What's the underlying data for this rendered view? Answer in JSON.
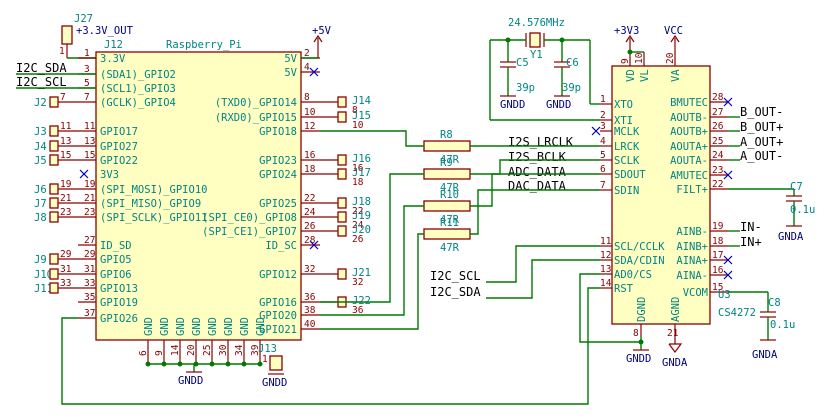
{
  "j27": {
    "ref": "J27",
    "net": "+3.3V_OUT",
    "pin": "1"
  },
  "j12": {
    "ref": "J12",
    "value": "Raspberry_Pi",
    "left_pins": [
      {
        "num": "1",
        "label": "3.3V"
      },
      {
        "num": "3",
        "label": "(SDA1)_GPIO2"
      },
      {
        "num": "5",
        "label": "(SCL1)_GPIO3"
      },
      {
        "num": "7",
        "label": "(GCLK)_GPIO4"
      },
      {
        "num": "11",
        "label": "GPIO17"
      },
      {
        "num": "13",
        "label": "GPIO27"
      },
      {
        "num": "15",
        "label": "GPIO22"
      },
      {
        "num": "",
        "label": "3V3"
      },
      {
        "num": "19",
        "label": "(SPI_MOSI)_GPIO10"
      },
      {
        "num": "21",
        "label": "(SPI_MISO)_GPIO9"
      },
      {
        "num": "23",
        "label": "(SPI_SCLK)_GPIO11"
      },
      {
        "num": "27",
        "label": "ID_SD"
      },
      {
        "num": "29",
        "label": "GPIO5"
      },
      {
        "num": "31",
        "label": "GPIO6"
      },
      {
        "num": "33",
        "label": "GPIO13"
      },
      {
        "num": "35",
        "label": "GPIO19"
      },
      {
        "num": "37",
        "label": "GPIO26"
      }
    ],
    "right_pins": [
      {
        "num": "2",
        "label": "5V"
      },
      {
        "num": "4",
        "label": "5V"
      },
      {
        "num": "8",
        "label": "(TXD0)_GPIO14"
      },
      {
        "num": "10",
        "label": "(RXD0)_GPIO15"
      },
      {
        "num": "12",
        "label": "GPIO18"
      },
      {
        "num": "16",
        "label": "GPIO23"
      },
      {
        "num": "18",
        "label": "GPIO24"
      },
      {
        "num": "22",
        "label": "GPIO25"
      },
      {
        "num": "24",
        "label": "(SPI_CE0)_GPIO8"
      },
      {
        "num": "26",
        "label": "(SPI_CE1)_GPIO7"
      },
      {
        "num": "28",
        "label": "ID_SC"
      },
      {
        "num": "32",
        "label": "GPIO12"
      },
      {
        "num": "36",
        "label": "GPIO16"
      },
      {
        "num": "38",
        "label": "GPIO20"
      },
      {
        "num": "40",
        "label": "GPIO21"
      }
    ],
    "gnd_pins": [
      "6",
      "9",
      "14",
      "20",
      "25",
      "30",
      "34",
      "39"
    ],
    "gnd_label": "GND"
  },
  "left_nets": [
    "I2C_SDA",
    "I2C_SCL"
  ],
  "left_connectors": [
    {
      "ref": "J2",
      "pin": "7"
    },
    {
      "ref": "J3",
      "pin": "11"
    },
    {
      "ref": "J4",
      "pin": "13"
    },
    {
      "ref": "J5",
      "pin": "15"
    },
    {
      "ref": "J6",
      "pin": "19"
    },
    {
      "ref": "J7",
      "pin": "21"
    },
    {
      "ref": "J8",
      "pin": "23"
    },
    {
      "ref": "J9",
      "pin": "29"
    },
    {
      "ref": "J10",
      "pin": "31"
    },
    {
      "ref": "J11",
      "pin": "33"
    }
  ],
  "right_connectors": [
    {
      "ref": "J14",
      "pin": "8"
    },
    {
      "ref": "J15",
      "pin": "10"
    },
    {
      "ref": "J16",
      "pin": "16"
    },
    {
      "ref": "J17",
      "pin": "18"
    },
    {
      "ref": "J18",
      "pin": "22"
    },
    {
      "ref": "J19",
      "pin": "24"
    },
    {
      "ref": "J20",
      "pin": "26"
    },
    {
      "ref": "J21",
      "pin": "32"
    },
    {
      "ref": "J22",
      "pin": "36"
    }
  ],
  "j13": {
    "ref": "J13",
    "pin": "1",
    "gnd": "GNDD"
  },
  "gndd_main": "GNDD",
  "power_5v": "+5V",
  "crystal": {
    "ref": "Y1",
    "value": "24.576MHz"
  },
  "c5": {
    "ref": "C5",
    "value": "39p",
    "gnd": "GNDD"
  },
  "c6": {
    "ref": "C6",
    "value": "39p",
    "gnd": "GNDD"
  },
  "resistors": [
    {
      "ref": "R8",
      "value": "47R"
    },
    {
      "ref": "R9",
      "value": "47R"
    },
    {
      "ref": "R10",
      "value": "47R"
    },
    {
      "ref": "R11",
      "value": "47R"
    }
  ],
  "i2s_nets": [
    "I2S_LRCLK",
    "I2S_BCLK",
    "ADC_DATA",
    "DAC_DATA"
  ],
  "u3": {
    "ref": "U3",
    "value": "CS4272",
    "top_pins": [
      {
        "num": "9",
        "label": "VD"
      },
      {
        "num": "10",
        "label": "VL"
      },
      {
        "num": "20",
        "label": "VA"
      }
    ],
    "left_pins": [
      {
        "num": "1",
        "label": "XTO"
      },
      {
        "num": "2",
        "label": "XTI"
      },
      {
        "num": "3",
        "label": "MCLK"
      },
      {
        "num": "4",
        "label": "LRCK"
      },
      {
        "num": "5",
        "label": "SCLK"
      },
      {
        "num": "6",
        "label": "SDOUT"
      },
      {
        "num": "7",
        "label": "SDIN"
      },
      {
        "num": "11",
        "label": "SCL/CCLK"
      },
      {
        "num": "12",
        "label": "SDA/CDIN"
      },
      {
        "num": "13",
        "label": "AD0/CS"
      },
      {
        "num": "14",
        "label": "RST"
      }
    ],
    "right_pins": [
      {
        "num": "28",
        "label": "BMUTEC"
      },
      {
        "num": "27",
        "label": "AOUTB-"
      },
      {
        "num": "26",
        "label": "AOUTB+"
      },
      {
        "num": "25",
        "label": "AOUTA+"
      },
      {
        "num": "24",
        "label": "AOUTA-"
      },
      {
        "num": "23",
        "label": "AMUTEC"
      },
      {
        "num": "22",
        "label": "FILT+"
      },
      {
        "num": "19",
        "label": "AINB-"
      },
      {
        "num": "18",
        "label": "AINB+"
      },
      {
        "num": "17",
        "label": "AINA+"
      },
      {
        "num": "16",
        "label": "AINA-"
      },
      {
        "num": "15",
        "label": "VCOM"
      }
    ],
    "bottom_pins": [
      {
        "num": "8",
        "label": "DGND"
      },
      {
        "num": "21",
        "label": "AGND"
      }
    ]
  },
  "power_3v3": "+3V3",
  "power_vcc": "VCC",
  "out_nets": [
    "B_OUT-",
    "B_OUT+",
    "A_OUT+",
    "A_OUT-"
  ],
  "in_nets": [
    "IN-",
    "IN+"
  ],
  "u3_i2c_nets": [
    "I2C_SCL",
    "I2C_SDA"
  ],
  "c7": {
    "ref": "C7",
    "value": "0.1u",
    "gnd": "GNDA"
  },
  "c8": {
    "ref": "C8",
    "value": "0.1u",
    "gnd": "GNDA"
  },
  "u3_gndd": "GNDD",
  "u3_gnda": "GNDA"
}
